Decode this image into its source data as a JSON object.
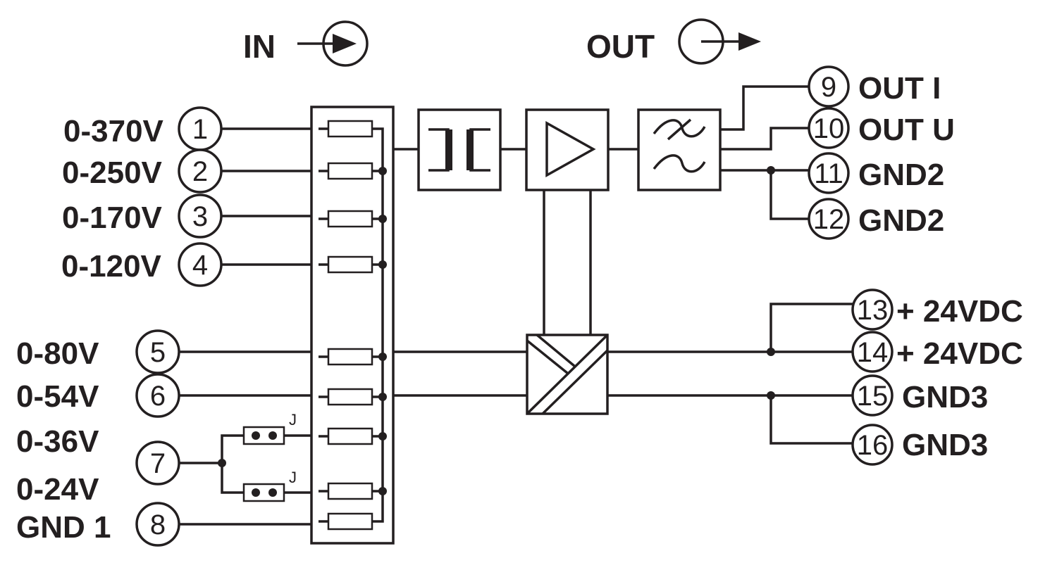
{
  "header": {
    "in_label": "IN",
    "out_label": "OUT"
  },
  "jumper_label": "J",
  "inputs": [
    {
      "range": "0-370V",
      "terminal": "1"
    },
    {
      "range": "0-250V",
      "terminal": "2"
    },
    {
      "range": "0-170V",
      "terminal": "3"
    },
    {
      "range": "0-120V",
      "terminal": "4"
    },
    {
      "range": "0-80V",
      "terminal": "5"
    },
    {
      "range": "0-54V",
      "terminal": "6"
    },
    {
      "range": "0-36V",
      "terminal": ""
    },
    {
      "range": "0-24V",
      "terminal": "7"
    },
    {
      "range": "GND 1",
      "terminal": "8"
    }
  ],
  "outputs": [
    {
      "terminal": "9",
      "label": "OUT I"
    },
    {
      "terminal": "10",
      "label": "OUT U"
    },
    {
      "terminal": "11",
      "label": "GND2"
    },
    {
      "terminal": "12",
      "label": "GND2"
    }
  ],
  "power": [
    {
      "terminal": "13",
      "label": "+ 24VDC"
    },
    {
      "terminal": "14",
      "label": "+ 24VDC"
    },
    {
      "terminal": "15",
      "label": "GND3"
    },
    {
      "terminal": "16",
      "label": "GND3"
    }
  ],
  "blocks": [
    {
      "name": "isolation-transformer-block",
      "icon": "transformer-icon"
    },
    {
      "name": "amplifier-block",
      "icon": "amplifier-triangle-icon"
    },
    {
      "name": "filter-block",
      "icon": "ac-filter-icon"
    },
    {
      "name": "power-supply-block",
      "icon": "dc-dc-converter-icon"
    }
  ]
}
